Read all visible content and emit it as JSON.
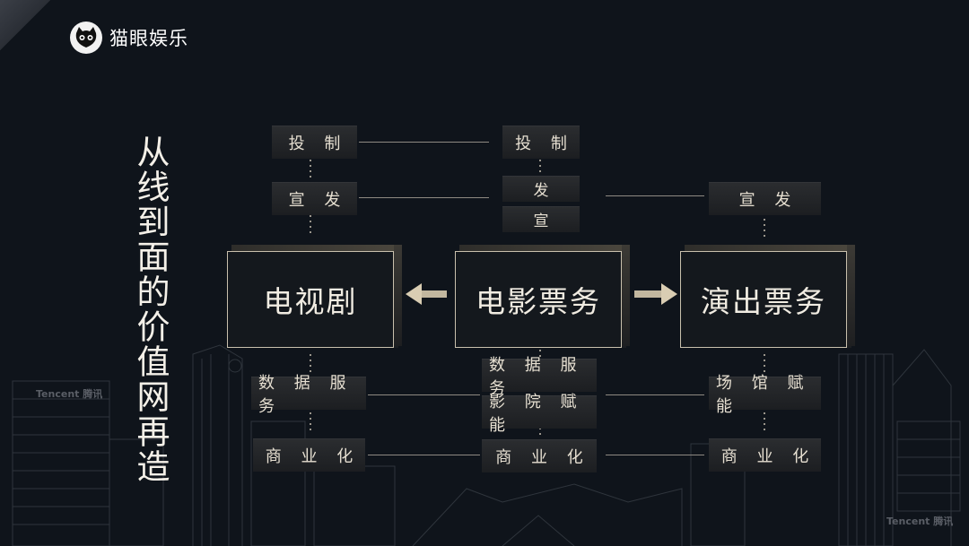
{
  "logo": {
    "text": "猫眼娱乐"
  },
  "title": "从线到面的价值网再造",
  "columns": {
    "tv": {
      "main": "电视剧",
      "top": [
        "投 制",
        "宣 发"
      ],
      "bottom": [
        "数 据 服 务",
        "商 业 化"
      ]
    },
    "film": {
      "main": "电影票务",
      "top": [
        "投 制",
        "发",
        "宣"
      ],
      "bottom": [
        "数 据 服 务",
        "影 院 赋 能",
        "商 业 化"
      ]
    },
    "show": {
      "main": "演出票务",
      "top": [
        "宣 发"
      ],
      "bottom": [
        "场 馆 赋 能",
        "商 业 化"
      ]
    }
  },
  "watermarks": [
    "Tencent 腾讯",
    "Tencent 腾讯"
  ],
  "colors": {
    "background": "#0f141b",
    "accent": "#c9c0ad",
    "text": "#e9e3d6"
  }
}
